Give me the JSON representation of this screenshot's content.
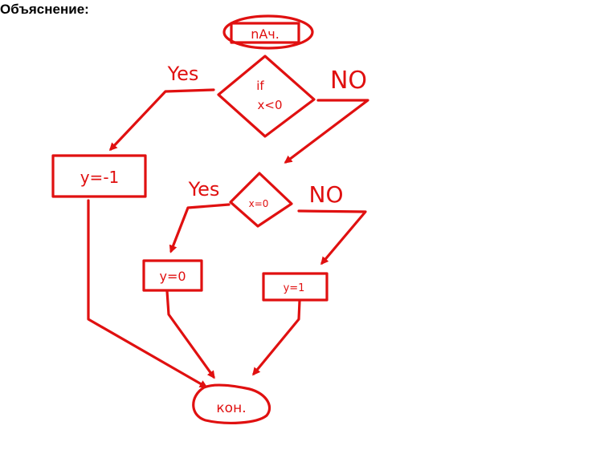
{
  "heading": "Объяснение:",
  "flowchart": {
    "start": "nAч.",
    "decision_1": {
      "line1": "if",
      "line2": "x<0",
      "yes": "Yes",
      "no": "NO"
    },
    "process_neg": "y=-1",
    "decision_2": {
      "label": "x=0",
      "yes": "Yes",
      "no": "NO"
    },
    "process_zero": "y=0",
    "process_pos": "y=1",
    "end": "кон."
  },
  "colors": {
    "ink": "#e01010",
    "text": "#000000",
    "background": "#ffffff"
  }
}
